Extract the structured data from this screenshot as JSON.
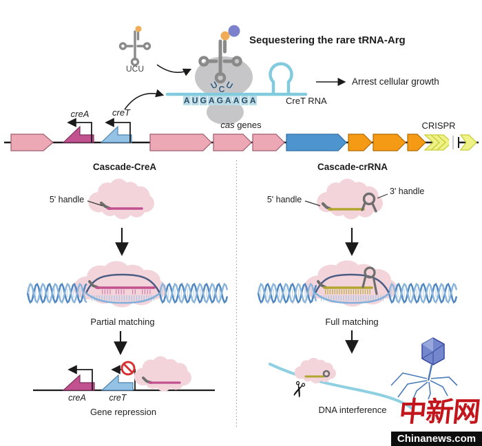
{
  "top": {
    "title": "Sequestering the rare tRNA-Arg",
    "small_trna_anticodon": "UCU",
    "big_trna_anticodon_letters": [
      "U",
      "C",
      "U"
    ],
    "sequence_letters": [
      "A",
      "U",
      "G",
      "A",
      "G",
      "A",
      "A",
      "G",
      "A"
    ],
    "cret_rna_label": "CreT RNA",
    "arrest_label": "Arrest cellular growth"
  },
  "gene_row": {
    "creA_label": "creA",
    "creT_label": "creT",
    "cas_label_italic": "cas",
    "cas_label_rest": " genes",
    "crispr_label": "CRISPR"
  },
  "left_panel": {
    "title": "Cascade-CreA",
    "handle5_label": "5' handle",
    "matching_label": "Partial matching",
    "creA_label": "creA",
    "creT_label": "creT",
    "caption": "Gene repression"
  },
  "right_panel": {
    "title": "Cascade-crRNA",
    "handle5_label": "5' handle",
    "handle3_label": "3' handle",
    "matching_label": "Full matching",
    "caption": "DNA interference"
  },
  "watermark": {
    "site_name_cn": "中新网",
    "site_domain": "Chinanews.com"
  },
  "colors": {
    "pink_gene": "#eca8b4",
    "gene_outline": "#9c5b6e",
    "creA_magenta": "#c2528f",
    "creT_blue": "#93c2e5",
    "cas_blue": "#4e95cf",
    "orange": "#f49a15",
    "crispr_yellow": "#eef287",
    "rna_cyan": "#82cbdf",
    "trna_gray": "#8a8a8a",
    "ribosome_gray": "#c6c6c8",
    "cascade_cloud_pink": "#f2d4da",
    "crrna_olive": "#b2a62e",
    "handle_gray": "#6e6e6e",
    "dna_blue": "#4e86c2",
    "dna_light_blue": "#8ab4da",
    "stop_red": "#d63031",
    "brand_red": "#c3161c"
  }
}
